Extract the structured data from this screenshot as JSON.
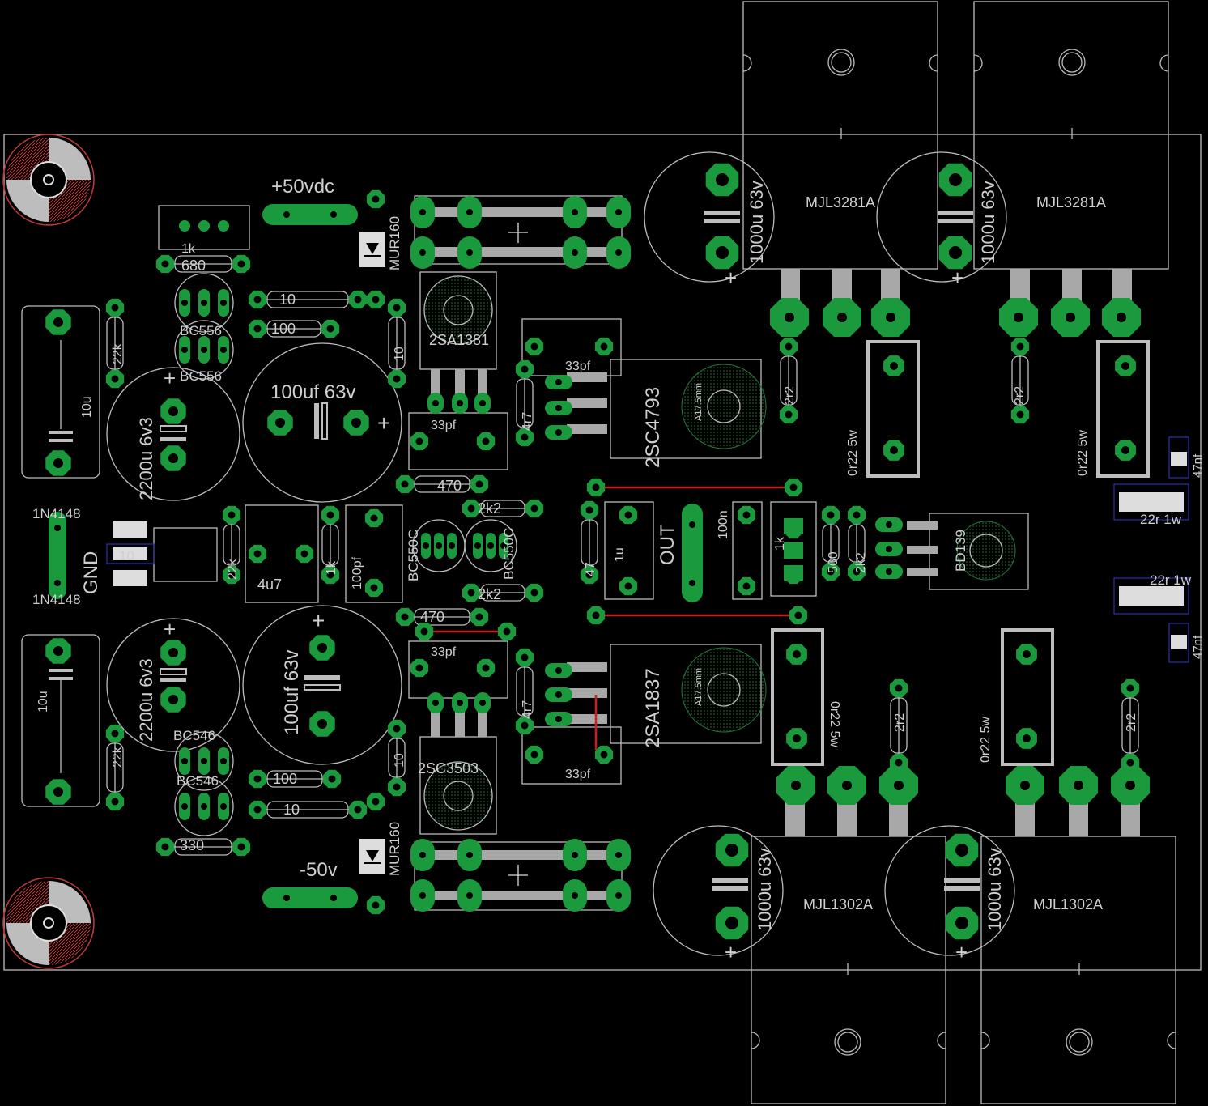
{
  "colors": {
    "background": "#000000",
    "silkscreen": "#cfcfcf",
    "pad": "#1a9a3c",
    "pad_hole": "#000000",
    "trace_grey": "#a8a8a8",
    "wire_red": "#c42020",
    "hole_hatch": "#c23a3a",
    "transistor_footprint": "#1f7a3a",
    "smd_outline": "#2a2aaa"
  },
  "labels": {
    "supply_pos": "+50vdc",
    "supply_neg": "-50v",
    "gnd": "GND",
    "out": "OUT",
    "diode_top": "MUR160",
    "diode_bot": "MUR160",
    "d1": "1N4148",
    "d2": "1N4148",
    "r_10_top": "10",
    "r_100_top": "100",
    "r_10_bot": "10",
    "r_100_bot": "100",
    "r_680": "680",
    "r_330": "330",
    "r_1k_trim": "1k",
    "r_22k_a": "22k",
    "r_22k_b": "22k",
    "r_22k_c": "22k",
    "r_1k_in": "1k",
    "r_10_vert_top": "10",
    "r_10_vert_bot": "10",
    "r_470_a": "470",
    "r_470_b": "470",
    "r_2k2_a": "2k2",
    "r_2k2_b": "2k2",
    "r_2k2_c": "2k2",
    "r_4r7_a": "4r7",
    "r_4r7_b": "4r7",
    "r_47": "47",
    "r_560": "560",
    "r_1k_bias": "1k",
    "r_10_mid": "10",
    "r_2r2_1": "2r2",
    "r_2r2_2": "2r2",
    "r_2r2_3": "2r2",
    "r_2r2_4": "2r2",
    "r_0r22_1": "0r22 5w",
    "r_0r22_2": "0r22 5w",
    "r_0r22_3": "0r22 5w",
    "r_0r22_4": "0r22 5w",
    "r_22r_top": "22r 1w",
    "r_22r_bot": "22r 1w",
    "c_47nf_top": "47nf",
    "c_47nf_bot": "47nf",
    "c_10u_top": "10u",
    "c_10u_bot": "10u",
    "c_2200_top": "2200u 6v3",
    "c_2200_bot": "2200u 6v3",
    "c_100uf_top": "100uf 63v",
    "c_100uf_bot": "100uf 63v",
    "c_1000_1": "1000u 63v",
    "c_1000_2": "1000u 63v",
    "c_1000_3": "1000u 63v",
    "c_1000_4": "1000u 63v",
    "c_4u7": "4u7",
    "c_100pf": "100pf",
    "c_33pf_1": "33pf",
    "c_33pf_2": "33pf",
    "c_33pf_3": "33pf",
    "c_33pf_4": "33pf",
    "c_1u": "1u",
    "c_100n": "100n",
    "q_bc556_1": "BC556",
    "q_bc556_2": "BC556",
    "q_bc546_1": "BC546",
    "q_bc546_2": "BC546",
    "q_bc550_1": "BC550C",
    "q_bc550_2": "BC550C",
    "q_2sa1381": "2SA1381",
    "q_2sc3503": "2SC3503",
    "q_2sc4793": "2SC4793",
    "q_2sa1837": "2SA1837",
    "q_bd139": "BD139",
    "q_mjl3281_1": "MJL3281A",
    "q_mjl3281_2": "MJL3281A",
    "q_mjl1302_1": "MJL1302A",
    "q_mjl1302_2": "MJL1302A",
    "heatsink_1": "A17.5mm",
    "heatsink_2": "A17.5mm"
  }
}
